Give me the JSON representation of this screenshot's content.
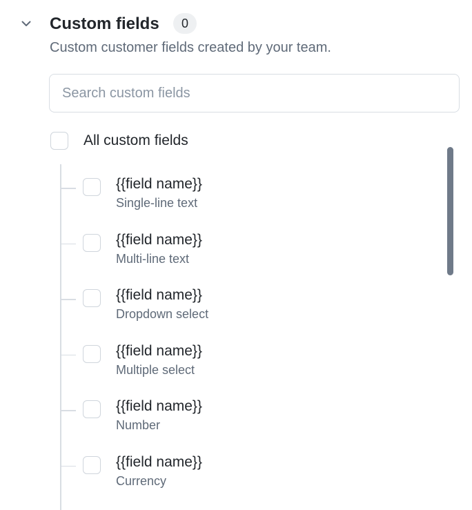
{
  "section": {
    "title": "Custom fields",
    "count": "0",
    "subtitle": "Custom customer fields created by your team."
  },
  "search": {
    "placeholder": "Search custom fields",
    "value": ""
  },
  "all_fields_label": "All custom fields",
  "fields": [
    {
      "name": "{{field name}}",
      "type": "Single-line text"
    },
    {
      "name": "{{field name}}",
      "type": "Multi-line text"
    },
    {
      "name": "{{field name}}",
      "type": "Dropdown select"
    },
    {
      "name": "{{field name}}",
      "type": "Multiple select"
    },
    {
      "name": "{{field name}}",
      "type": "Number"
    },
    {
      "name": "{{field name}}",
      "type": "Currency"
    }
  ],
  "icons": {
    "collapse": "chevron-down-icon"
  },
  "colors": {
    "text": "#22262b",
    "muted": "#5f6a78",
    "border": "#d8dde3",
    "scrollbar": "#6f7a89"
  }
}
